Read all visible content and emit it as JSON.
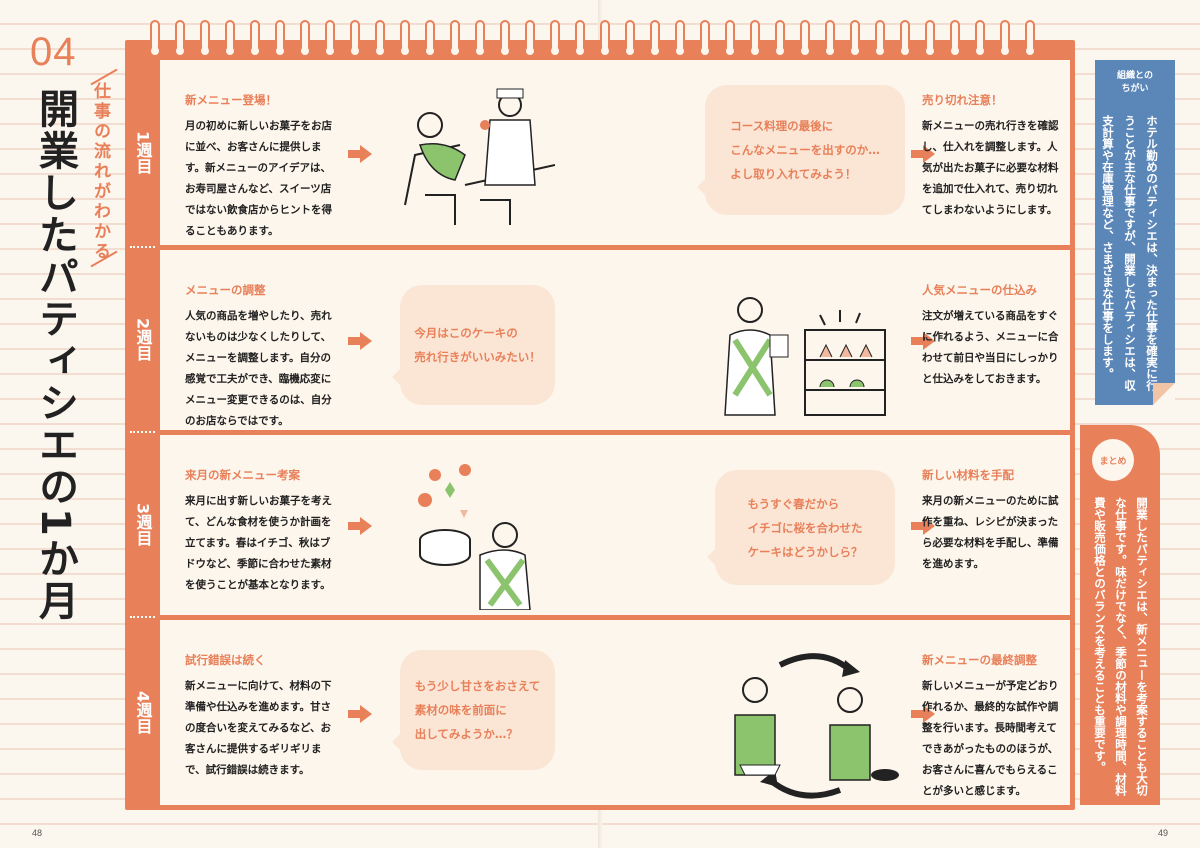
{
  "section_number": "04",
  "title": "開業したパティシエの1か月",
  "subtitle": "仕事の流れがわかる",
  "weeks": [
    {
      "label": "1週目",
      "left": {
        "heading": "新メニュー登場！",
        "body": "月の初めに新しいお菓子をお店に並べ、お客さんに提供します。新メニューのアイデアは、お寿司屋さんなど、スイーツ店ではない飲食店からヒントを得ることもあります。"
      },
      "bubble": [
        "コース料理の最後に",
        "こんなメニューを出すのか…",
        "よし取り入れてみよう！"
      ],
      "right": {
        "heading": "売り切れ注意！",
        "body": "新メニューの売れ行きを確認し、仕入れを調整します。人気が出たお菓子に必要な材料を追加で仕入れて、売り切れてしまわないようにします。"
      }
    },
    {
      "label": "2週目",
      "left": {
        "heading": "メニューの調整",
        "body": "人気の商品を増やしたり、売れないものは少なくしたりして、メニューを調整します。自分の感覚で工夫ができ、臨機応変にメニュー変更できるのは、自分のお店ならではです。"
      },
      "bubble": [
        "今月はこのケーキの",
        "売れ行きがいいみたい！"
      ],
      "right": {
        "heading": "人気メニューの仕込み",
        "body": "注文が増えている商品をすぐに作れるよう、メニューに合わせて前日や当日にしっかりと仕込みをしておきます。"
      }
    },
    {
      "label": "3週目",
      "left": {
        "heading": "来月の新メニュー考案",
        "body": "来月に出す新しいお菓子を考えて、どんな食材を使うか計画を立てます。春はイチゴ、秋はブドウなど、季節に合わせた素材を使うことが基本となります。"
      },
      "bubble": [
        "もうすぐ春だから",
        "イチゴに桜を合わせた",
        "ケーキはどうかしら？"
      ],
      "right": {
        "heading": "新しい材料を手配",
        "body": "来月の新メニューのために試作を重ね、レシピが決まったら必要な材料を手配し、準備を進めます。"
      }
    },
    {
      "label": "4週目",
      "left": {
        "heading": "試行錯誤は続く",
        "body": "新メニューに向けて、材料の下準備や仕込みを進めます。甘さの度合いを変えてみるなど、お客さんに提供するギリギリまで、試行錯誤は続きます。"
      },
      "bubble": [
        "もう少し甘さをおさえて",
        "素材の味を前面に",
        "出してみようか…？"
      ],
      "right": {
        "heading": "新メニューの最終調整",
        "body": "新しいメニューが予定どおり作れるか、最終的な試作や調整を行います。長時間考えてできあがったもののほうが、お客さんに喜んでもらえることが多いと感じます。"
      }
    }
  ],
  "difference": {
    "label_line1": "組織との",
    "label_line2": "ちがい",
    "body": "ホテル勤めのパティシエは、決まった仕事を確実に行うことが主な仕事ですが、開業したパティシエは、収支計算や在庫管理など、さまざまな仕事をします。"
  },
  "summary": {
    "label": "まとめ",
    "body": "開業したパティシエは、新メニューを考案することも大切な仕事です。味だけでなく、季節の材料や調理時間、材料費や販売価格とのバランスを考えることも重要です。"
  },
  "page_left": "48",
  "page_right": "49",
  "colors": {
    "accent": "#e8805a",
    "blue": "#5b86b8",
    "green": "#8cc46e",
    "bubble": "#fbe6d6"
  }
}
